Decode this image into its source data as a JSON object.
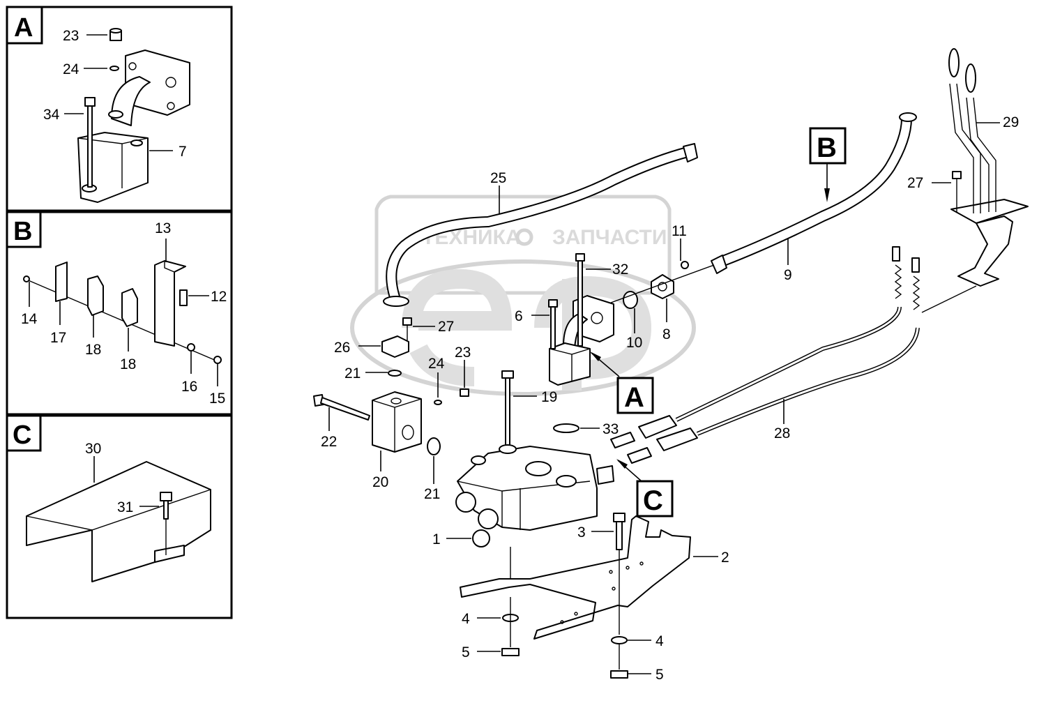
{
  "panels": {
    "a": {
      "letter": "A",
      "labels": [
        "23",
        "24",
        "34",
        "7"
      ]
    },
    "b": {
      "letter": "B",
      "labels": [
        "13",
        "12",
        "14",
        "17",
        "18",
        "18",
        "16",
        "15"
      ]
    },
    "c": {
      "letter": "C",
      "labels": [
        "30",
        "31"
      ]
    }
  },
  "watermark": {
    "left_text": "ТЕХНИКА",
    "right_text": "ЗАПЧАСТИ"
  },
  "callouts": [
    "A",
    "B",
    "C"
  ],
  "main_labels": {
    "l25": "25",
    "l11": "11",
    "l32": "32",
    "l9": "9",
    "l29": "29",
    "l27a": "27",
    "l6": "6",
    "l10": "10",
    "l8": "8",
    "l27b": "27",
    "l26": "26",
    "l23": "23",
    "l24": "24",
    "l21a": "21",
    "l19": "19",
    "l22": "22",
    "l33": "33",
    "l28": "28",
    "l20": "20",
    "l21b": "21",
    "l1": "1",
    "l3": "3",
    "l2": "2",
    "l4a": "4",
    "l5a": "5",
    "l4b": "4",
    "l5b": "5"
  }
}
